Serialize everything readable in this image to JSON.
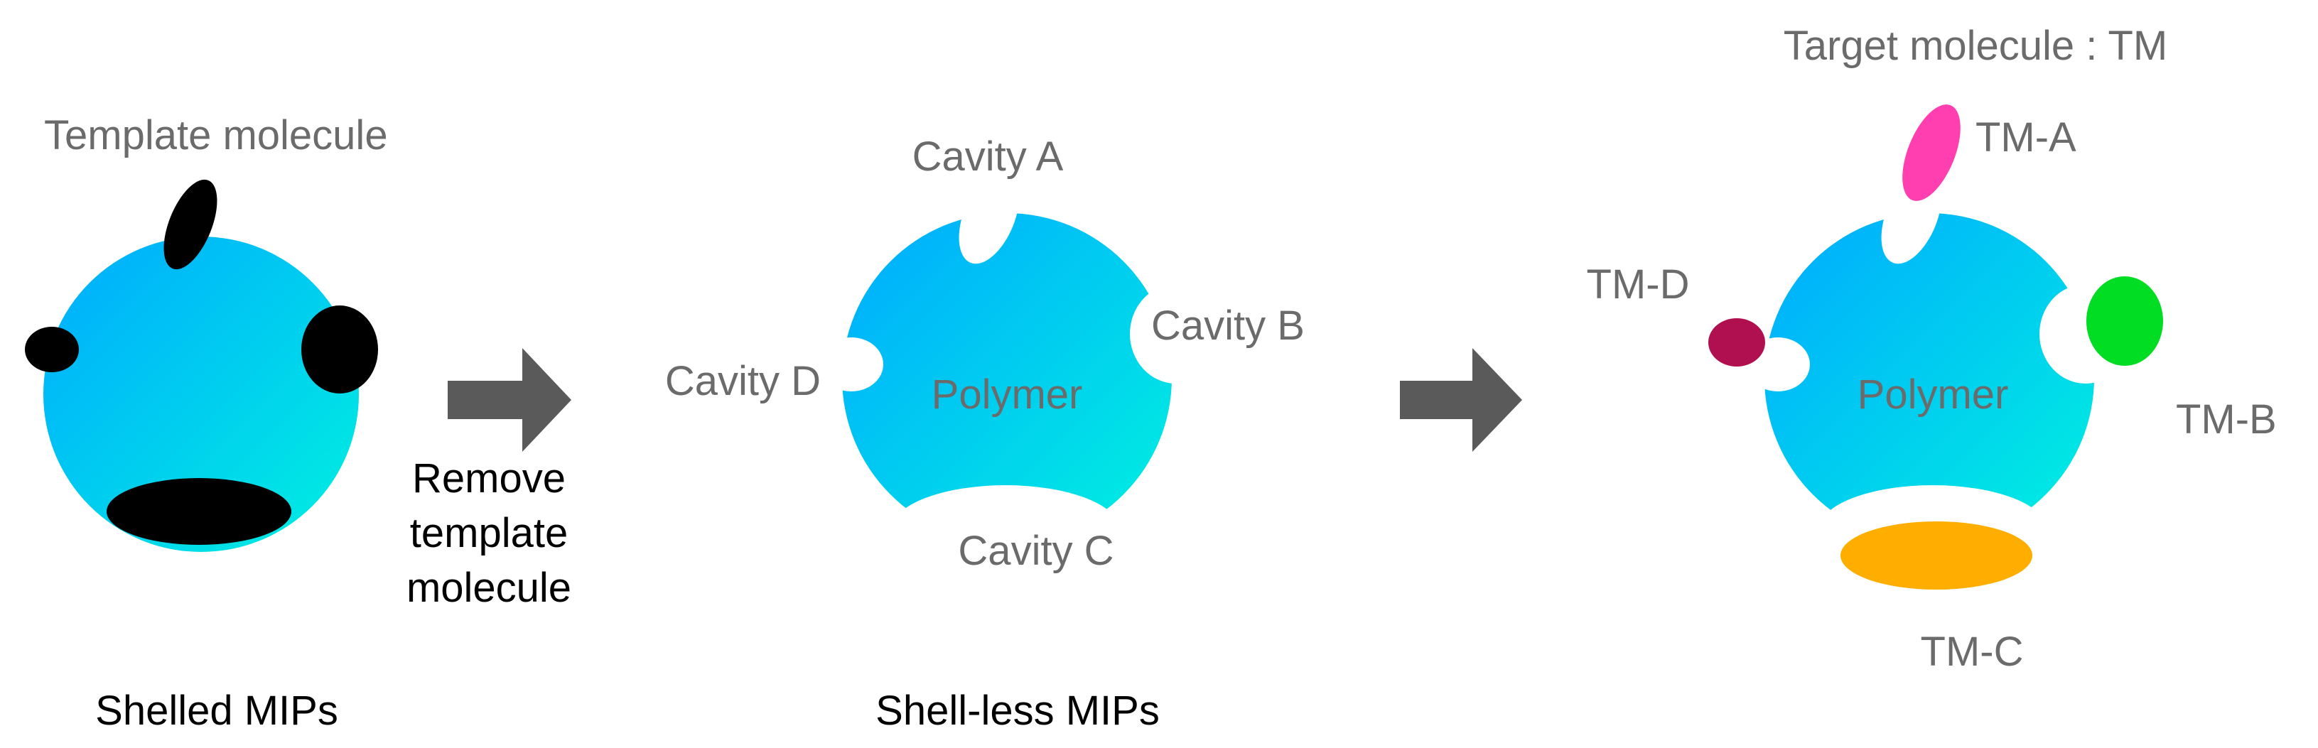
{
  "shelled": {
    "template_label": "Template molecule",
    "caption": "Shelled MIPs"
  },
  "arrow1": {
    "caption_lines": [
      "Remove",
      "template",
      "molecule"
    ]
  },
  "shellless": {
    "polymer_label": "Polymer",
    "cavity_a": "Cavity A",
    "cavity_b": "Cavity B",
    "cavity_c": "Cavity C",
    "cavity_d": "Cavity D",
    "caption": "Shell-less MIPs"
  },
  "target": {
    "title": "Target molecule : TM",
    "polymer_label": "Polymer",
    "tm_a": "TM-A",
    "tm_b": "TM-B",
    "tm_c": "TM-C",
    "tm_d": "TM-D"
  },
  "colors": {
    "polymer_gradient_start": "#00aaff",
    "polymer_gradient_end": "#00f0e0",
    "template": "#000000",
    "arrow": "#5a5a5a",
    "label_gray": "#6b6b6b",
    "tm_a": "#ff3fb0",
    "tm_b": "#00dd22",
    "tm_c": "#ffae00",
    "tm_d": "#b0104f"
  }
}
